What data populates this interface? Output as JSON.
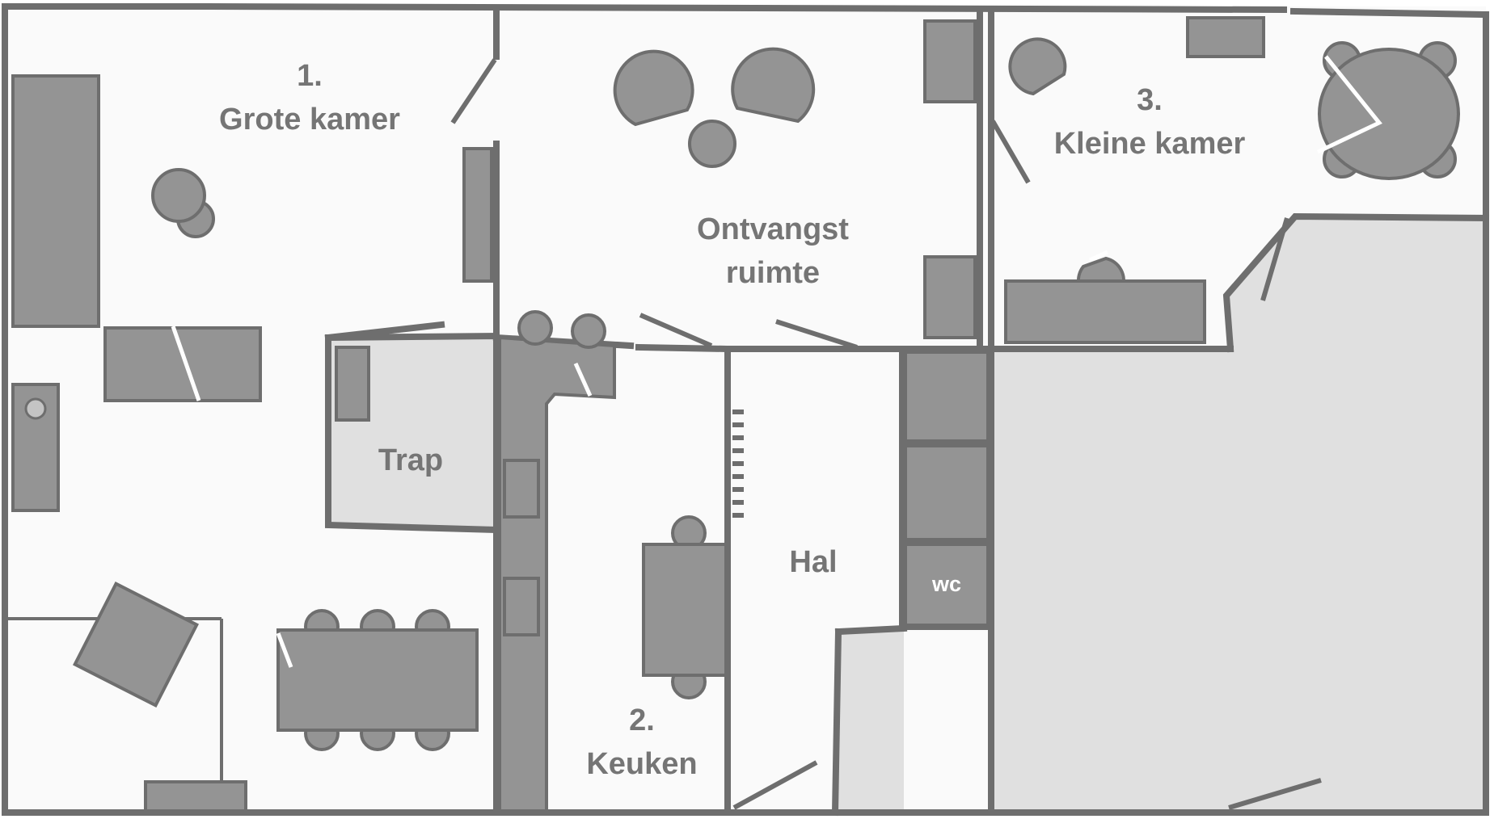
{
  "floorplan": {
    "rooms": {
      "grote_kamer": {
        "number": "1.",
        "name": "Grote kamer"
      },
      "ontvangst": {
        "line1": "Ontvangst",
        "line2": "ruimte"
      },
      "kleine_kamer": {
        "number": "3.",
        "name": "Kleine kamer"
      },
      "trap": {
        "name": "Trap"
      },
      "keuken": {
        "number": "2.",
        "name": "Keuken"
      },
      "hal": {
        "name": "Hal"
      },
      "wc": {
        "name": "wc"
      }
    },
    "colors": {
      "wall": "#6e6e6e",
      "furniture": "#949494",
      "floor": "#fafafa",
      "shaded_floor": "#e0e0e0",
      "label": "#757575"
    }
  }
}
